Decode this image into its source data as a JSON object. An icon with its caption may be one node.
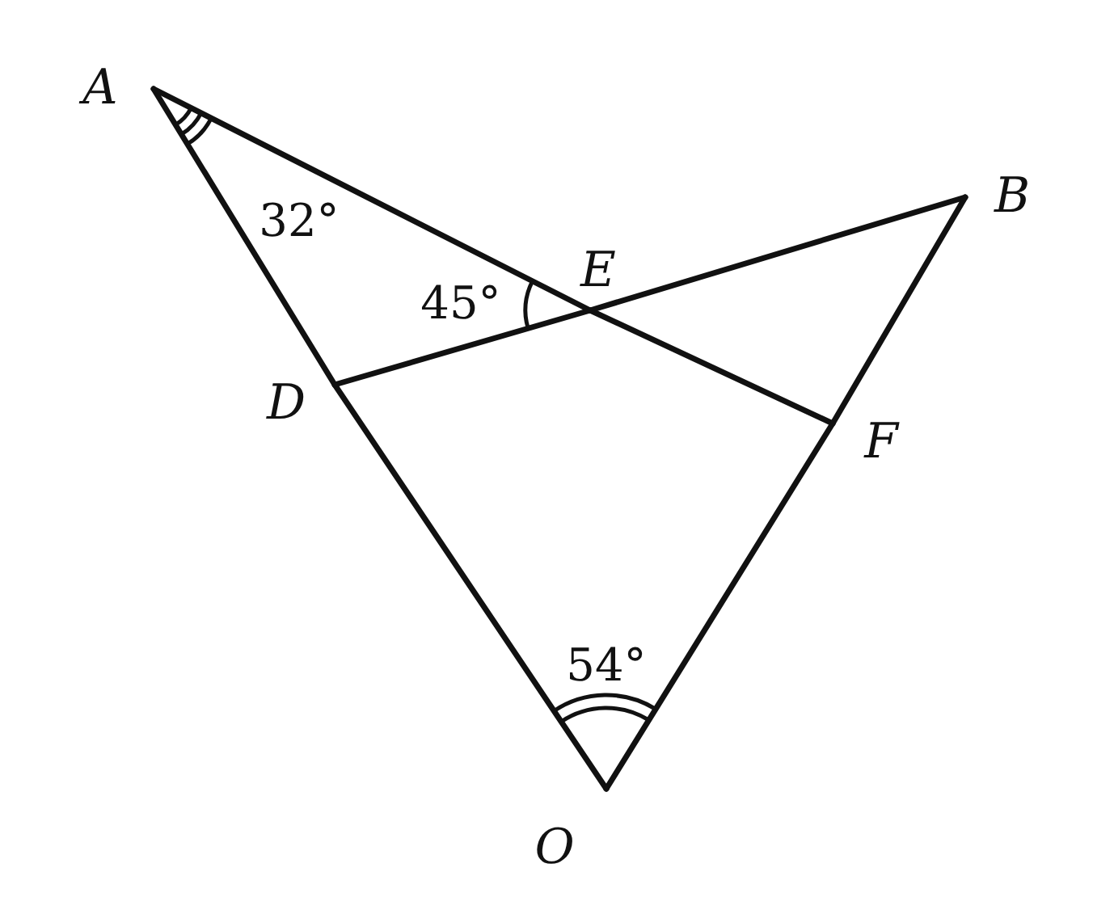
{
  "diagram": {
    "nodes": [
      {
        "text": [
          "A"
        ]
      },
      {
        "text": [
          "B"
        ]
      },
      {
        "text": [
          "E"
        ]
      },
      {
        "text": [
          "D"
        ]
      },
      {
        "text": [
          "F"
        ]
      },
      {
        "text": [
          "O"
        ]
      }
    ],
    "edges": [
      {
        "from": 0,
        "to": 3,
        "arrow": "none"
      },
      {
        "from": 3,
        "to": 5,
        "arrow": "none"
      },
      {
        "from": 0,
        "to": 2,
        "arrow": "none"
      },
      {
        "from": 2,
        "to": 4,
        "arrow": "none"
      },
      {
        "from": 3,
        "to": 2,
        "arrow": "none"
      },
      {
        "from": 2,
        "to": 1,
        "arrow": "none"
      },
      {
        "from": 1,
        "to": 4,
        "arrow": "none"
      },
      {
        "from": 4,
        "to": 5,
        "arrow": "none"
      }
    ],
    "labels": [
      "32°",
      "45°",
      "54°"
    ]
  }
}
